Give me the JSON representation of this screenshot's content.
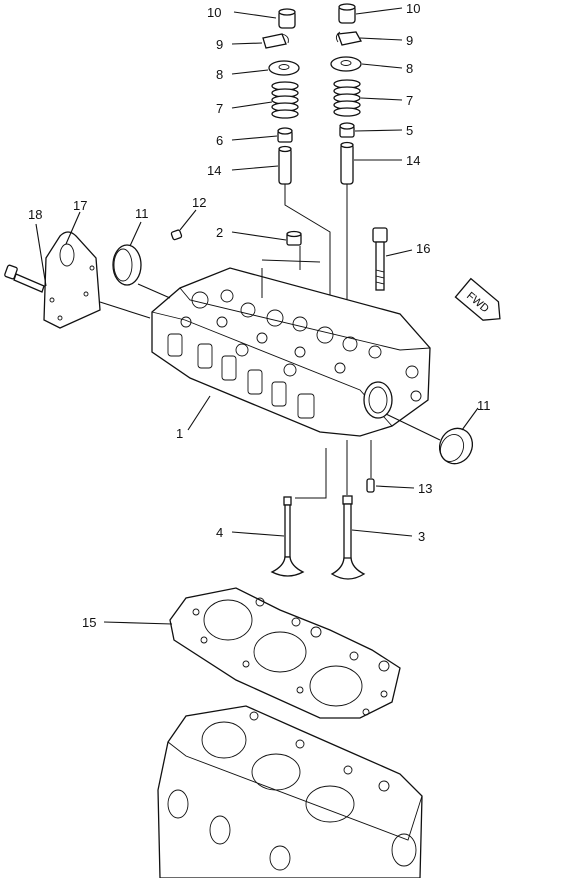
{
  "diagram": {
    "labels": {
      "n10_left": "10",
      "n10_right": "10",
      "n9_left": "9",
      "n9_right": "9",
      "n8_left": "8",
      "n8_right": "8",
      "n7_left": "7",
      "n7_right": "7",
      "n6": "6",
      "n5": "5",
      "n14_left": "14",
      "n14_right": "14",
      "n18": "18",
      "n17": "17",
      "n11_top": "11",
      "n12": "12",
      "n2": "2",
      "n16": "16",
      "n1": "1",
      "n11_right": "11",
      "n13": "13",
      "n4": "4",
      "n3": "3",
      "n15": "15"
    },
    "fwd_badge": "FWD"
  }
}
